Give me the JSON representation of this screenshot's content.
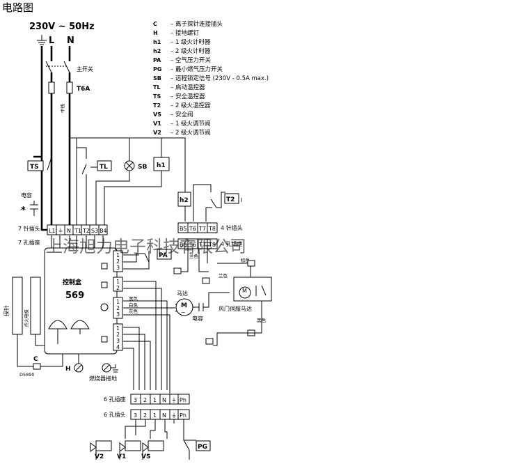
{
  "title": "电路图",
  "supply": "230V ~ 50Hz",
  "lines": {
    "L": "L",
    "N": "N"
  },
  "main_switch": "主开关",
  "fuse": "T6A",
  "neutral_label": "中线",
  "legend": [
    {
      "key": "C",
      "desc": "– 离子探针连接插头"
    },
    {
      "key": "H",
      "desc": "– 接地螺钉"
    },
    {
      "key": "h1",
      "desc": "– 1 级火计时器"
    },
    {
      "key": "h2",
      "desc": "– 2 级火计时器"
    },
    {
      "key": "PA",
      "desc": "– 空气压力开关"
    },
    {
      "key": "PG",
      "desc": "– 最小燃气压力开关"
    },
    {
      "key": "SB",
      "desc": "– 远程锁定信号 (230V - 0.5A max.)"
    },
    {
      "key": "TL",
      "desc": "– 启动温控器"
    },
    {
      "key": "TS",
      "desc": "– 安全温控器"
    },
    {
      "key": "T2",
      "desc": "– 2 级火温控器"
    },
    {
      "key": "VS",
      "desc": "– 安全阀"
    },
    {
      "key": "V1",
      "desc": "– 1 级火调节阀"
    },
    {
      "key": "V2",
      "desc": "– 2 级火调节阀"
    }
  ],
  "components": {
    "TS": "TS",
    "TL": "TL",
    "SB": "SB",
    "h1": "h1",
    "h2": "h2",
    "T2": "T2",
    "T2_mark": "I",
    "PA": "PA",
    "PG": "PG",
    "V2": "V2",
    "V1": "V1",
    "VS": "VS",
    "C": "C",
    "H": "H",
    "motor": "M"
  },
  "capacitor_label": "电容",
  "capacitor_mark": "*",
  "plug7": {
    "label": "7 针插头",
    "pins": [
      "L1",
      "⏚",
      "N",
      "T1",
      "T2",
      "S3",
      "B4"
    ]
  },
  "socket7": {
    "label": "7 孔插座"
  },
  "plug4": {
    "label": "4 针插头",
    "pins": [
      "B5",
      "T6",
      "T7",
      "T8"
    ]
  },
  "socket4": {
    "label": "4 孔插座"
  },
  "control_box": {
    "label": "控制盒",
    "number": "569",
    "blocks": [
      [
        "1",
        "2",
        "3"
      ],
      [
        "1",
        "2"
      ],
      [
        "1",
        "2",
        "3"
      ],
      [
        "1",
        "2",
        "3",
        "4"
      ]
    ]
  },
  "wire_colors": {
    "brown": "棕色",
    "blue": "兰色",
    "black": "黑色",
    "white": "白色",
    "grey": "灰色"
  },
  "motor_label": "马达",
  "motor_cap": "电容",
  "servo_label": "风门伺服马达",
  "probe": "探针",
  "ignition": "点火电极",
  "burner_ground": "燃烧器接地",
  "socket6": {
    "label": "6 孔插座",
    "pins": [
      "3",
      "2",
      "1",
      "N",
      "⏚",
      "Ph"
    ]
  },
  "plug6": {
    "label": "6 孔插头"
  },
  "drawing_code": "D5890",
  "watermark": "上海旭力电子科技有限公司"
}
